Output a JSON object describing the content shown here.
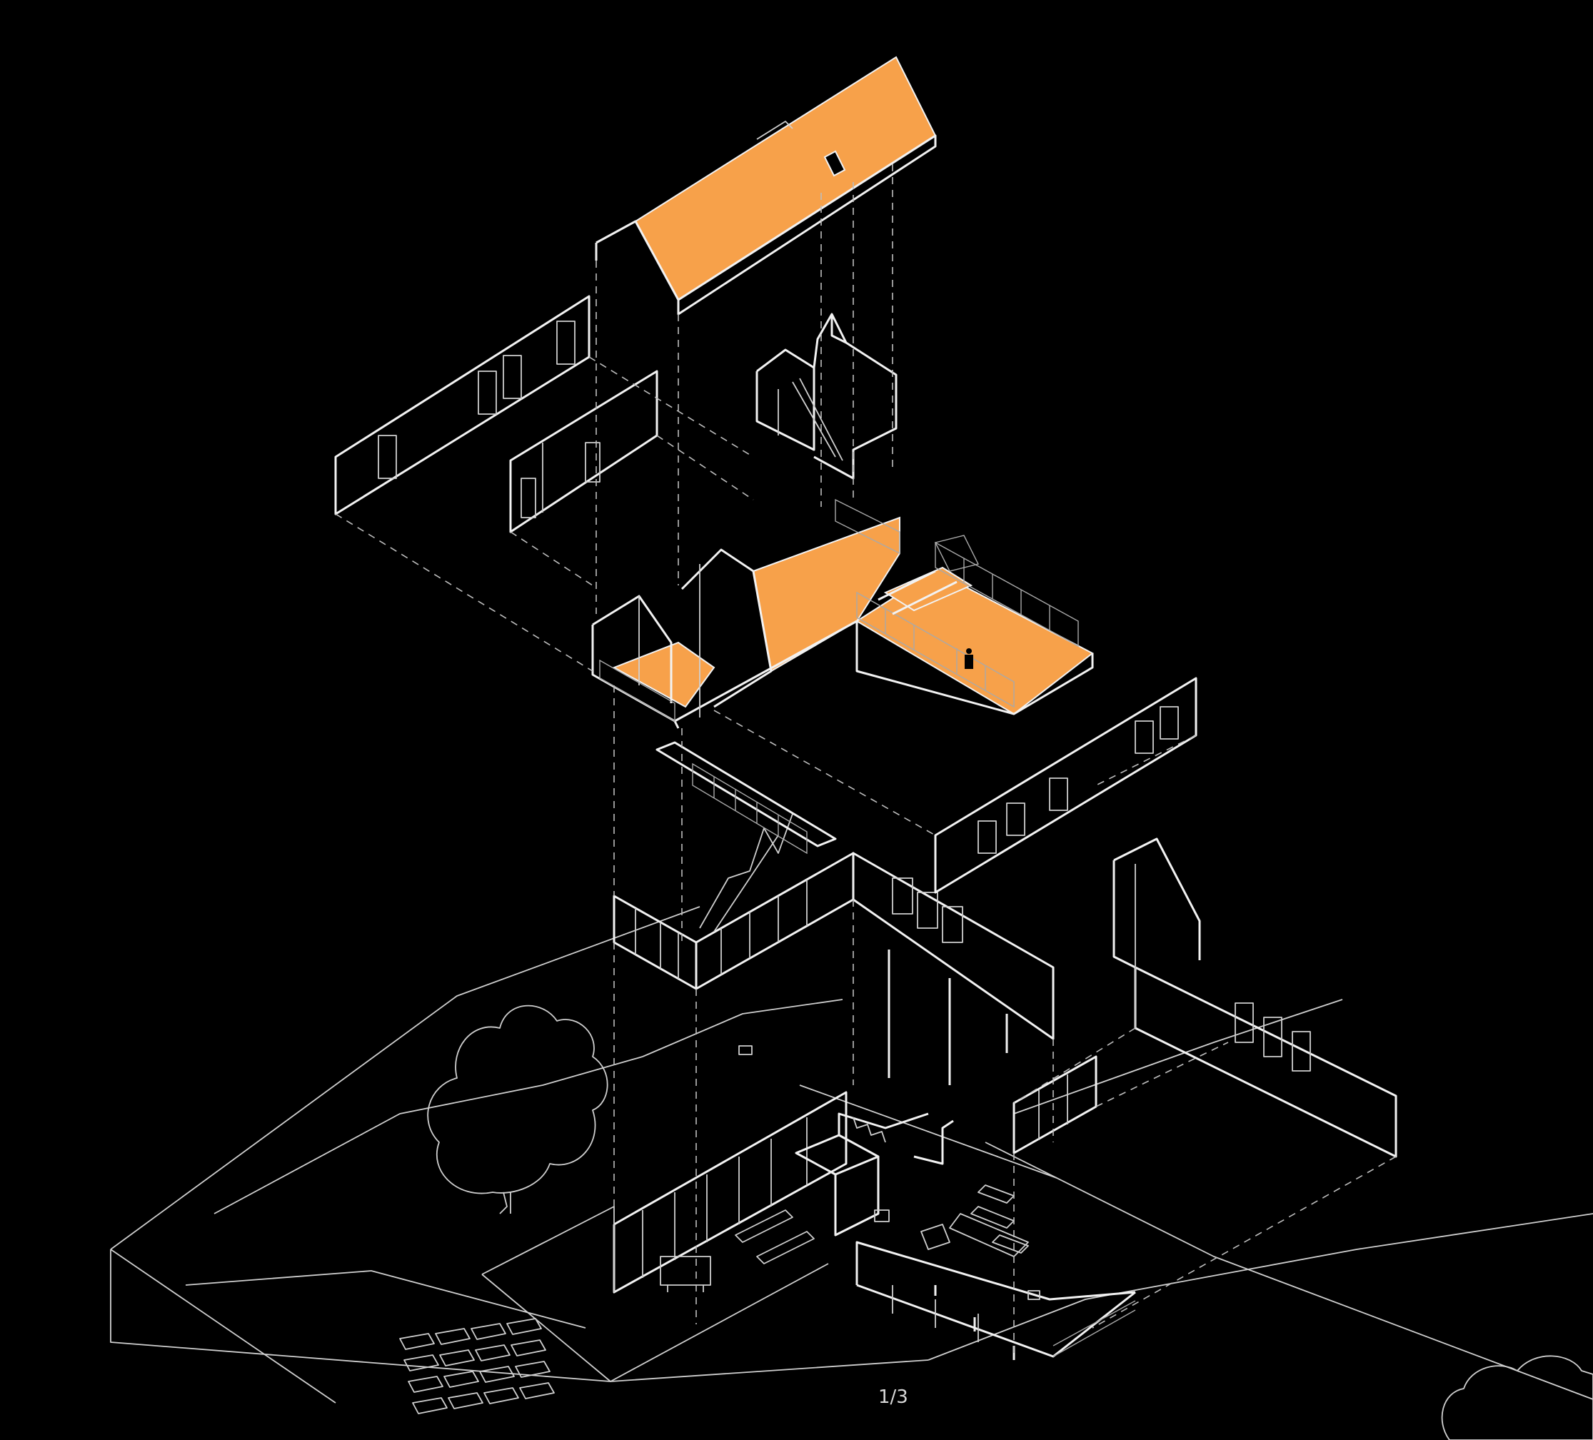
{
  "viewer": {
    "page_indicator": "1/3"
  },
  "colors": {
    "background": "#000000",
    "line": "#f2f2f2",
    "accent_fill": "#f7a14a"
  },
  "layers": [
    {
      "name": "roof-layer",
      "highlighted": true
    },
    {
      "name": "upper-walls-layer",
      "highlighted": false
    },
    {
      "name": "upper-floor-layer",
      "highlighted": true
    },
    {
      "name": "middle-walls-layer",
      "highlighted": false
    },
    {
      "name": "ground-floor-site-layer",
      "highlighted": false
    }
  ]
}
